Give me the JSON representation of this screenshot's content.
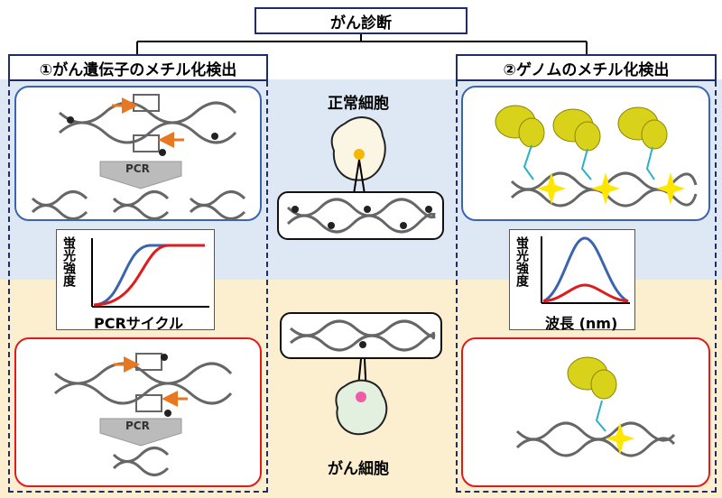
{
  "title": "がん診断",
  "left_panel": {
    "title": "①がん遺伝子のメチル化検出",
    "pcr_label": "PCR",
    "graph": {
      "ylabel": "蛍光強度",
      "xlabel": "PCRサイクル"
    }
  },
  "center": {
    "normal_label": "正常細胞",
    "cancer_label": "がん細胞"
  },
  "right_panel": {
    "title": "②ゲノムのメチル化検出",
    "graph": {
      "ylabel": "蛍光強度",
      "xlabel": "波長 (nm)"
    }
  },
  "colors": {
    "frame": "#1f2d6b",
    "normal": "#3b64b0",
    "cancer": "#e01b1b",
    "normal_bg": "#dde8f4",
    "cancer_bg": "#fbefcf",
    "primer_arrow": "#e87722",
    "protein": "#d9d21a",
    "glow": "#ffe600"
  },
  "chart_data": [
    {
      "type": "line",
      "ylabel": "蛍光強度",
      "xlabel": "PCRサイクル",
      "series": [
        {
          "color": "#3b64b0"
        },
        {
          "color": "#e01b1b"
        }
      ]
    },
    {
      "type": "line",
      "ylabel": "蛍光強度",
      "xlabel": "波長 (nm)",
      "series": [
        {
          "color": "#3b64b0"
        },
        {
          "color": "#e01b1b"
        }
      ]
    }
  ]
}
